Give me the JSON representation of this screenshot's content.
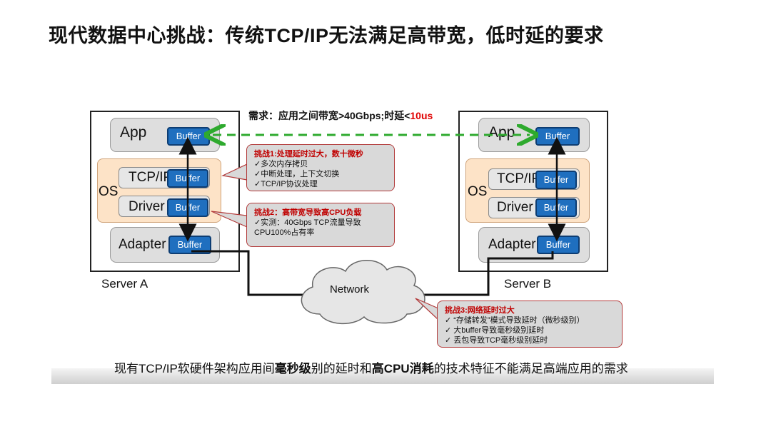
{
  "title": "现代数据中心挑战：传统TCP/IP无法满足高带宽，低时延的要求",
  "requirement": {
    "prefix": "需求：应用之间带宽>40Gbps;时延<",
    "highlight": "10us"
  },
  "server_a": {
    "caption": "Server A",
    "app": "App",
    "os": "OS",
    "tcpip": "TCP/IP",
    "driver": "Driver",
    "adapter": "Adapter",
    "buffer": "Buffer"
  },
  "server_b": {
    "caption": "Server B",
    "app": "App",
    "os": "OS",
    "tcpip": "TCP/IP",
    "driver": "Driver",
    "adapter": "Adapter",
    "buffer": "Buffer"
  },
  "network": "Network",
  "challenges": [
    {
      "title": "挑战1:处理延时过大，数十微秒",
      "items": [
        "✓多次内存拷贝",
        "✓中断处理，上下文切换",
        "✓TCP/IP协议处理"
      ]
    },
    {
      "title": "挑战2：高带宽导致高CPU负载",
      "items": [
        "✓实测：40Gbps TCP流量导致",
        "CPU100%占有率"
      ]
    },
    {
      "title": "挑战3:网络延时过大",
      "items": [
        "✓ “存储转发”模式导致延时（微秒级别）",
        "✓ 大buffer导致毫秒级别延时",
        "✓ 丢包导致TCP毫秒级别延时"
      ]
    }
  ],
  "conclusion": {
    "p1": "现有TCP/IP软硬件架构应用间",
    "b1": "毫秒级",
    "p2": "别的延时和",
    "b2": "高CPU消耗",
    "p3": "的技术特征不能满足高端应用的需求"
  },
  "colors": {
    "buffer": "#1f6fbf",
    "os_fill": "#fde3c7",
    "challenge_title": "#c00000",
    "arrow_green": "#2eaa2e",
    "highlight_red": "#e00000"
  }
}
